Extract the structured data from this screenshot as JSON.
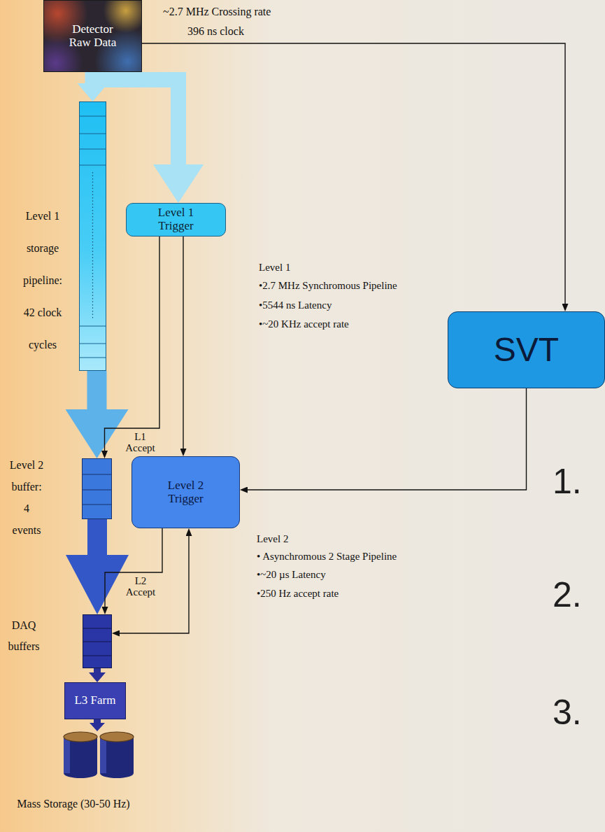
{
  "diagram": {
    "nodes": [
      {
        "text": [
          "Detector Raw Data"
        ]
      },
      {
        "text": [
          "Level 1 storage pipeline: 42 clock cycles"
        ]
      },
      {
        "text": [
          "Level 1 Trigger"
        ]
      },
      {
        "text": [
          "SVT"
        ]
      },
      {
        "text": [
          "Level 2 buffer: 4 events"
        ]
      },
      {
        "text": [
          "Level 2 Trigger"
        ]
      },
      {
        "text": [
          "DAQ buffers"
        ]
      },
      {
        "text": [
          "L3 Farm"
        ]
      },
      {
        "text": [
          "Mass Storage (30-50 Hz)"
        ]
      }
    ],
    "edges": [
      {
        "from": 0,
        "to": 1,
        "arrow": "to"
      },
      {
        "from": 0,
        "to": 2,
        "arrow": "to"
      },
      {
        "from": 0,
        "to": 3,
        "arrow": "to"
      },
      {
        "from": 1,
        "to": 4,
        "arrow": "to"
      },
      {
        "from": 2,
        "to": 4,
        "label": "L1 Accept",
        "arrow": "to"
      },
      {
        "from": 2,
        "to": 5,
        "arrow": "to"
      },
      {
        "from": 3,
        "to": 5,
        "arrow": "to"
      },
      {
        "from": 4,
        "to": 6,
        "arrow": "to"
      },
      {
        "from": 5,
        "to": 6,
        "label": "L2 Accept",
        "arrow": "to"
      },
      {
        "from": 5,
        "to": 6,
        "arrow": "both"
      },
      {
        "from": 6,
        "to": 7,
        "arrow": "to"
      },
      {
        "from": 7,
        "to": 8,
        "arrow": "to"
      }
    ],
    "labels": [
      "~2.7 MHz Crossing rate",
      "396 ns clock",
      "Level 1",
      "•2.7 MHz Synchromous Pipeline",
      "•5544 ns Latency",
      "•~20 KHz accept rate",
      "Level 2",
      "• Asynchromous 2 Stage Pipeline",
      "•~20 µs Latency",
      "•250 Hz accept rate",
      "1.",
      "2.",
      "3."
    ]
  }
}
